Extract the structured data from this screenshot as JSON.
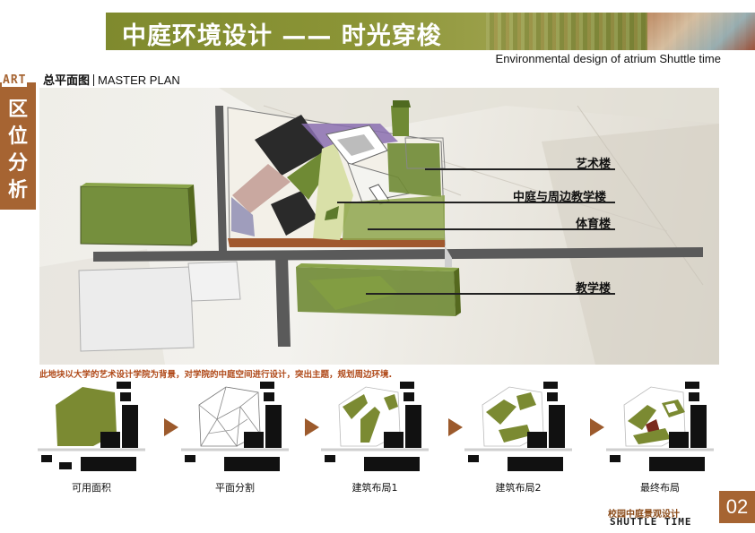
{
  "header": {
    "title": "中庭环境设计 —— 时光穿梭",
    "subtitle": "Environmental design of atrium Shuttle time"
  },
  "side_tab": {
    "art": "ART",
    "chars": [
      "区",
      "位",
      "分",
      "析"
    ]
  },
  "section": {
    "title_cn": "总平面图",
    "title_en": "MASTER PLAN"
  },
  "plan_labels": {
    "art_building": "艺术楼",
    "atrium_buildings": "中庭与周边教学楼",
    "gym": "体育楼",
    "teaching_building": "教学楼"
  },
  "intro": "此地块以大学的艺术设计学院为背景，对学院的中庭空间进行设计，突出主题，规划周边环境.",
  "diagrams": [
    {
      "caption": "可用面积"
    },
    {
      "caption": "平面分割"
    },
    {
      "caption": "建筑布局1"
    },
    {
      "caption": "建筑布局2"
    },
    {
      "caption": "最终布局"
    }
  ],
  "colors": {
    "banner_green": "#8b9436",
    "brand_brown": "#a66432",
    "plan_green": "#6f8a34",
    "intro_red": "#b04a1a"
  },
  "footer": {
    "cn": "校园中庭景观设计",
    "en": "SHUTTLE TIME",
    "page": "02"
  }
}
